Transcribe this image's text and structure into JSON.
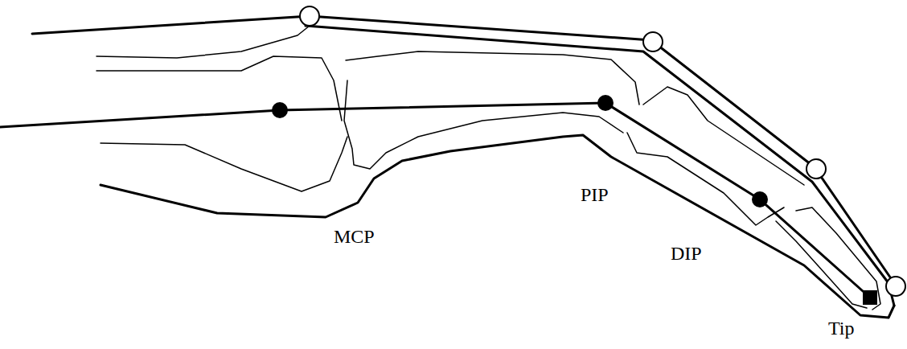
{
  "diagram": {
    "labels": [
      "MCP",
      "PIP",
      "DIP",
      "Tip"
    ]
  }
}
